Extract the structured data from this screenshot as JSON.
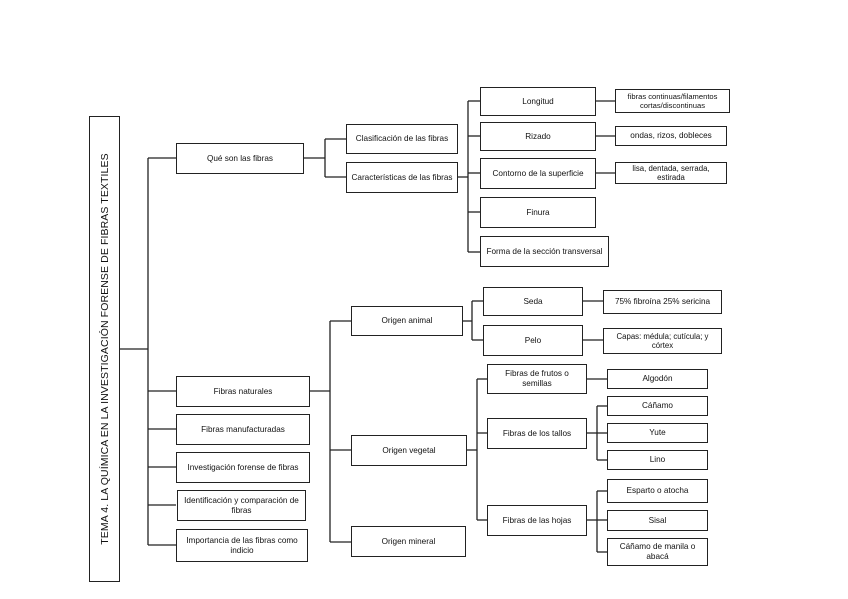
{
  "root": {
    "label": "TEMA 4. LA QUÍMICA EN LA INVESTIGACIÓN FORENSE DE FIBRAS TEXTILES"
  },
  "level1": {
    "que_son": "Qué son las fibras",
    "naturales": "Fibras naturales",
    "manufacturadas": "Fibras manufacturadas",
    "investigacion": "Investigación forense de fibras",
    "identificacion": "Identificación y comparación de fibras",
    "importancia": "Importancia de las fibras como indicio"
  },
  "que_son_children": {
    "clasificacion": "Clasificación de las fibras",
    "caracteristicas": "Características de las fibras"
  },
  "caracteristicas_children": {
    "longitud": "Longitud",
    "rizado": "Rizado",
    "contorno": "Contorno de la superficie",
    "finura": "Finura",
    "forma": "Forma de la sección transversal"
  },
  "caracteristicas_details": {
    "longitud": "fibras continuas/filamentos cortas/discontinuas",
    "rizado": "ondas, rizos, dobleces",
    "contorno": "lisa, dentada, serrada, estirada"
  },
  "naturales_children": {
    "animal": "Origen animal",
    "vegetal": "Origen vegetal",
    "mineral": "Origen mineral"
  },
  "animal_children": {
    "seda": "Seda",
    "pelo": "Pelo"
  },
  "animal_details": {
    "seda": "75% fibroína 25% sericina",
    "pelo": "Capas: médula; cutícula; y córtex"
  },
  "vegetal_children": {
    "frutos": "Fibras de frutos o semillas",
    "tallos": "Fibras de los tallos",
    "hojas": "Fibras de las hojas"
  },
  "frutos_children": [
    "Algodón"
  ],
  "tallos_children": [
    "Cáñamo",
    "Yute",
    "Lino"
  ],
  "hojas_children": [
    "Esparto o atocha",
    "Sisal",
    "Cáñamo de manila o abacá"
  ]
}
